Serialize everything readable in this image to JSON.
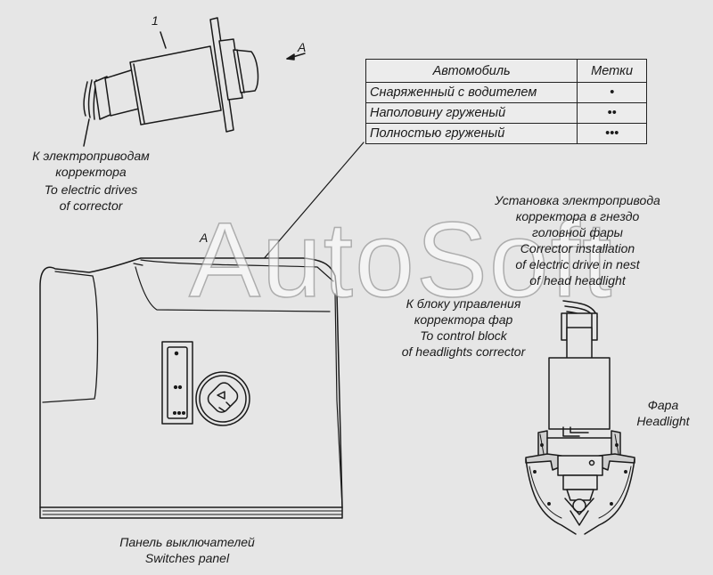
{
  "part_number": "1",
  "view_marker": "A",
  "view_marker_section": "A",
  "table": {
    "headers": [
      "Автомобиль",
      "Метки"
    ],
    "rows": [
      {
        "vehicle": "Снаряженный с водителем",
        "mark": "•"
      },
      {
        "vehicle": "Наполовину груженый",
        "mark": "••"
      },
      {
        "vehicle": "Полностью груженый",
        "mark": "•••"
      }
    ]
  },
  "labels": {
    "to_drives_ru_1": "К электроприводам",
    "to_drives_ru_2": "корректора",
    "to_drives_en_1": "To electric drives",
    "to_drives_en_2": "of corrector",
    "install_ru_1": "Установка электропривода",
    "install_ru_2": "корректора в гнездо",
    "install_ru_3": "головной фары",
    "install_en_1": "Corrector installation",
    "install_en_2": "of electric drive in nest",
    "install_en_3": "of head headlight",
    "control_ru_1": "К блоку управления",
    "control_ru_2": "корректора фар",
    "control_en_1": "To control block",
    "control_en_2": "of headlights corrector",
    "headlight_ru": "Фара",
    "headlight_en": "Headlight",
    "panel_ru": "Панель выключателей",
    "panel_en": "Switches panel"
  },
  "watermark": "AutoSoft"
}
